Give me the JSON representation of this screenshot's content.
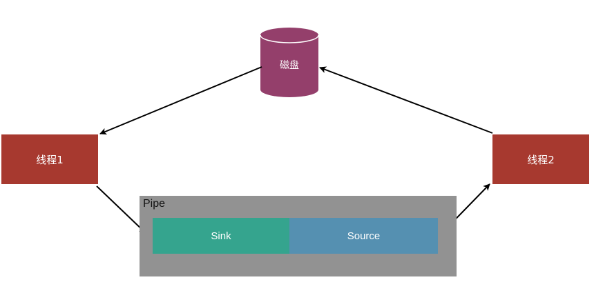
{
  "diagram": {
    "disk": {
      "label": "磁盘",
      "color": "#943f6b"
    },
    "thread1": {
      "label": "线程1",
      "color": "#a7392f"
    },
    "thread2": {
      "label": "线程2",
      "color": "#a7392f"
    },
    "pipe": {
      "label": "Pipe",
      "color": "#929292",
      "sink": {
        "label": "Sink",
        "color": "#35a48e"
      },
      "source": {
        "label": "Source",
        "color": "#5590b1"
      }
    },
    "edges": [
      {
        "from": "disk",
        "to": "thread1"
      },
      {
        "from": "thread2",
        "to": "disk"
      },
      {
        "from": "thread1",
        "to": "sink"
      },
      {
        "from": "source",
        "to": "thread2"
      }
    ]
  }
}
